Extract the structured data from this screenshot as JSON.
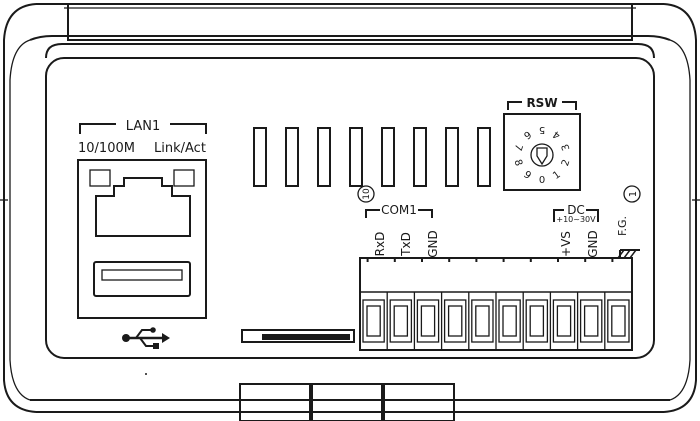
{
  "lan": {
    "title": "LAN1",
    "speed_label": "10/100M",
    "link_label": "Link/Act"
  },
  "usb": {
    "icon": "usb-trident-icon"
  },
  "rsw": {
    "title": "RSW",
    "digits": [
      "0",
      "1",
      "2",
      "3",
      "4",
      "5",
      "6",
      "7",
      "8",
      "9"
    ]
  },
  "com1": {
    "title": "COM1",
    "badge": "10",
    "pins": [
      "RxD",
      "TxD",
      "GND"
    ]
  },
  "dc": {
    "title": "DC",
    "range": "+10~30V",
    "pins": [
      "+VS",
      "GND"
    ]
  },
  "fg": {
    "badge": "1",
    "label": "F.G."
  },
  "terminal": {
    "pin_count": 10
  },
  "vents": {
    "count": 8
  }
}
